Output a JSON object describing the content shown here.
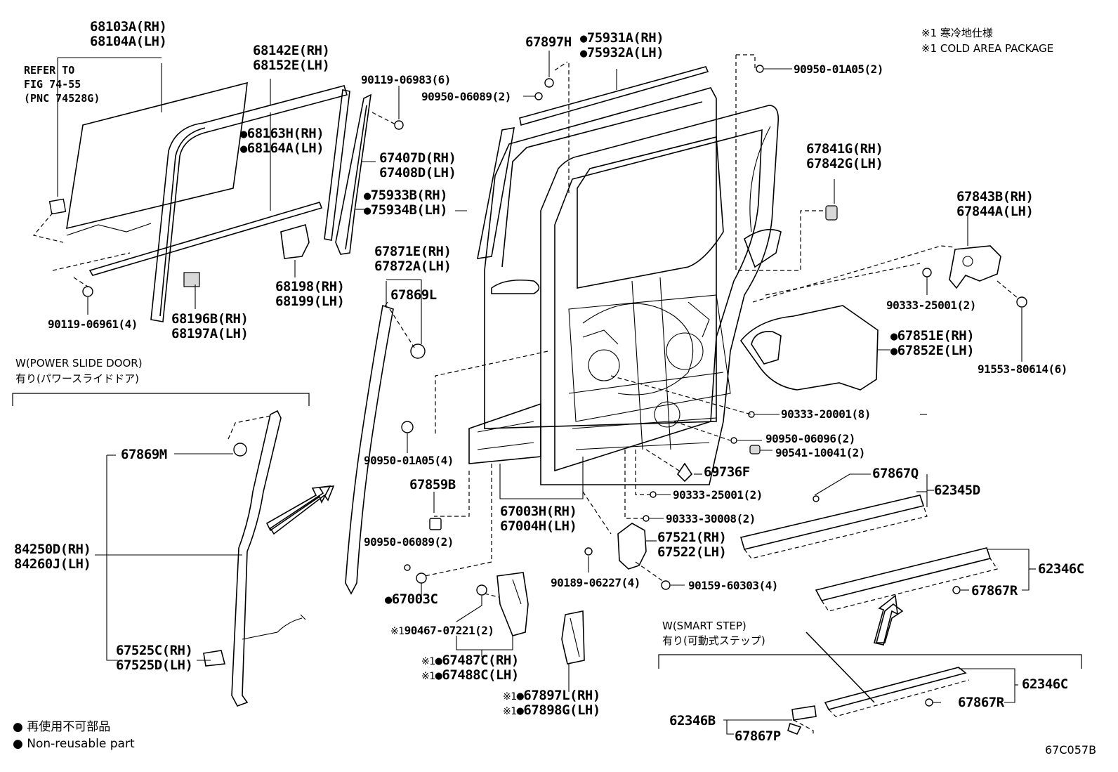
{
  "diagram_id": "67C057B",
  "notes": {
    "cold_jp": "※1 寒冷地仕様",
    "cold_en": "※1 COLD AREA PACKAGE",
    "nonreuse_jp": "● 再使用不可部品",
    "nonreuse_en": "● Non-reusable part"
  },
  "sections": {
    "power_slide_en": "W(POWER SLIDE DOOR)",
    "power_slide_jp": "有り(パワースライドドア)",
    "smart_step_en": "W(SMART STEP)",
    "smart_step_jp": "有り(可動式ステップ)"
  },
  "refer": [
    "REFER TO",
    "FIG 74-55",
    "(PNC 74528G)"
  ],
  "parts": {
    "p68103A": "68103A(RH)",
    "p68104A": "68104A(LH)",
    "p68142E": "68142E(RH)",
    "p68152E": "68152E(LH)",
    "p68163H": "68163H(RH)",
    "p68164A": "68164A(LH)",
    "p90119_06983": "90119-06983(6)",
    "p67407D": "67407D(RH)",
    "p67408D": "67408D(LH)",
    "p75933B": "75933B(RH)",
    "p75934B": "75934B(LH)",
    "p68198": "68198(RH)",
    "p68199": "68199(LH)",
    "p68196B": "68196B(RH)",
    "p68197A": "68197A(LH)",
    "p90119_06961": "90119-06961(4)",
    "p67897H": "67897H",
    "p75931A": "75931A(RH)",
    "p75932A": "75932A(LH)",
    "p90950_06089a": "90950-06089(2)",
    "p90950_01A05a": "90950-01A05(2)",
    "p67841G": "67841G(RH)",
    "p67842G": "67842G(LH)",
    "p67843B": "67843B(RH)",
    "p67844A": "67844A(LH)",
    "p90333_25001a": "90333-25001(2)",
    "p67851E": "67851E(RH)",
    "p67852E": "67852E(LH)",
    "p91553_80614": "91553-80614(6)",
    "p67871E": "67871E(RH)",
    "p67872A": "67872A(LH)",
    "p67869L": "67869L",
    "p67869M": "67869M",
    "p84250D": "84250D(RH)",
    "p84260J": "84260J(LH)",
    "p67525C": "67525C(RH)",
    "p67525D": "67525D(LH)",
    "p90950_01A05b": "90950-01A05(4)",
    "p67859B": "67859B",
    "p90950_06089b": "90950-06089(2)",
    "p67003C": "67003C",
    "p67003H": "67003H(RH)",
    "p67004H": "67004H(LH)",
    "p90333_20001": "90333-20001(8)",
    "p90950_06096": "90950-06096(2)",
    "p90541_10041": "90541-10041(2)",
    "p69736F": "69736F",
    "p90333_25001b": "90333-25001(2)",
    "p90333_30008": "90333-30008(2)",
    "p67521": "67521(RH)",
    "p67522": "67522(LH)",
    "p90189_06227": "90189-06227(4)",
    "p90159_60303": "90159-60303(4)",
    "p90467_07221": "90467-07221(2)",
    "p67487C": "67487C(RH)",
    "p67488C": "67488C(LH)",
    "p67897L": "67897L(RH)",
    "p67898G": "67898G(LH)",
    "p67867Q": "67867Q",
    "p62345D": "62345D",
    "p62346Ca": "62346C",
    "p67867Ra": "67867R",
    "p62346Cb": "62346C",
    "p67867Rb": "67867R",
    "p62346B": "62346B",
    "p67867P": "67867P"
  }
}
